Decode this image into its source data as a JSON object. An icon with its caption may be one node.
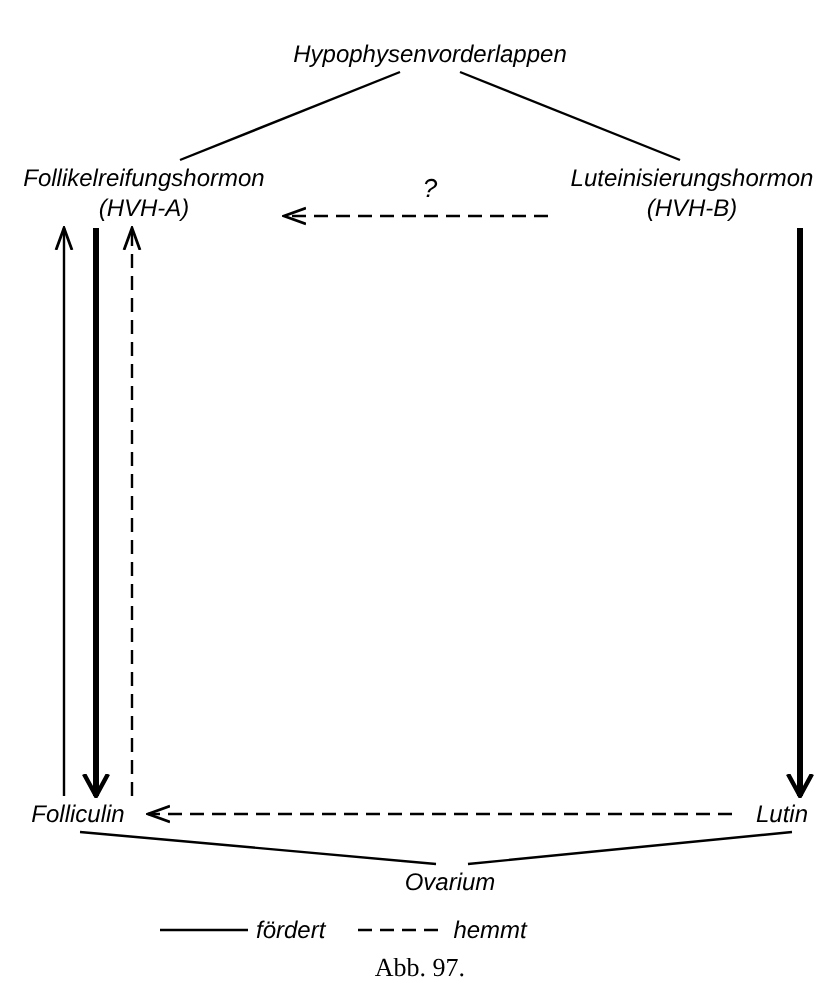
{
  "diagram": {
    "caption": "Abb. 97.",
    "nodes": [
      {
        "text": [
          "Hypophysenvorderlappen"
        ]
      },
      {
        "text": [
          "Follikelreifungshormon (HVH-A)"
        ]
      },
      {
        "text": [
          "Luteinisierungshormon (HVH-B)"
        ]
      },
      {
        "text": [
          "Folliculin"
        ]
      },
      {
        "text": [
          "Lutin"
        ]
      },
      {
        "text": [
          "Ovarium"
        ]
      }
    ],
    "edges": [
      {
        "from": 0,
        "to": 1,
        "arrow": "none"
      },
      {
        "from": 0,
        "to": 2,
        "arrow": "none"
      },
      {
        "from": 2,
        "to": 1,
        "arrow": "to",
        "style": "dashed",
        "label": "?"
      },
      {
        "from": 3,
        "to": 1,
        "arrow": "to"
      },
      {
        "from": 1,
        "to": 3,
        "arrow": "to",
        "style": "thick"
      },
      {
        "from": 3,
        "to": 1,
        "arrow": "to",
        "style": "dashed"
      },
      {
        "from": 2,
        "to": 4,
        "arrow": "to",
        "style": "thick"
      },
      {
        "from": 4,
        "to": 3,
        "arrow": "to",
        "style": "dashed"
      },
      {
        "from": 3,
        "to": 5,
        "arrow": "none"
      },
      {
        "from": 4,
        "to": 5,
        "arrow": "none"
      }
    ],
    "legend": [
      {
        "text": "fördert"
      },
      {
        "text": "hemmt"
      }
    ]
  }
}
